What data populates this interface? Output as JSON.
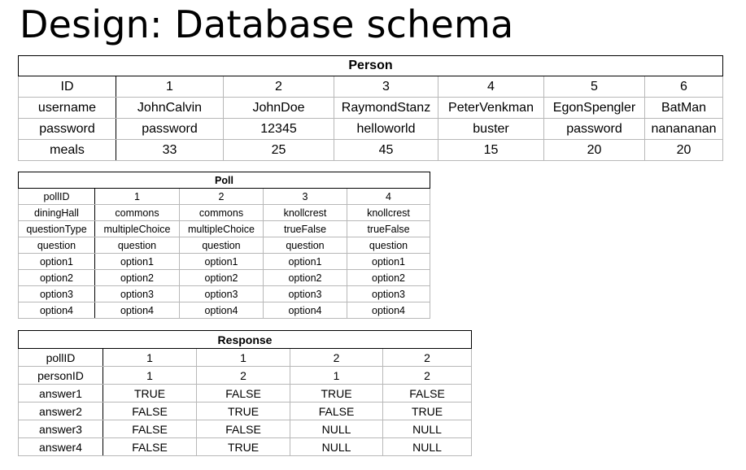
{
  "title": "Design: Database schema",
  "person": {
    "name": "Person",
    "rows": [
      {
        "label": "ID",
        "values": [
          "1",
          "2",
          "3",
          "4",
          "5",
          "6"
        ]
      },
      {
        "label": "username",
        "values": [
          "JohnCalvin",
          "JohnDoe",
          "RaymondStanz",
          "PeterVenkman",
          "EgonSpengler",
          "BatMan"
        ]
      },
      {
        "label": "password",
        "values": [
          "password",
          "12345",
          "helloworld",
          "buster",
          "password",
          "nanananan"
        ]
      },
      {
        "label": "meals",
        "values": [
          "33",
          "25",
          "45",
          "15",
          "20",
          "20"
        ]
      }
    ]
  },
  "poll": {
    "name": "Poll",
    "rows": [
      {
        "label": "pollID",
        "values": [
          "1",
          "2",
          "3",
          "4"
        ]
      },
      {
        "label": "diningHall",
        "values": [
          "commons",
          "commons",
          "knollcrest",
          "knollcrest"
        ]
      },
      {
        "label": "questionType",
        "values": [
          "multipleChoice",
          "multipleChoice",
          "trueFalse",
          "trueFalse"
        ]
      },
      {
        "label": "question",
        "values": [
          "question",
          "question",
          "question",
          "question"
        ]
      },
      {
        "label": "option1",
        "values": [
          "option1",
          "option1",
          "option1",
          "option1"
        ]
      },
      {
        "label": "option2",
        "values": [
          "option2",
          "option2",
          "option2",
          "option2"
        ]
      },
      {
        "label": "option3",
        "values": [
          "option3",
          "option3",
          "option3",
          "option3"
        ]
      },
      {
        "label": "option4",
        "values": [
          "option4",
          "option4",
          "option4",
          "option4"
        ]
      }
    ]
  },
  "response": {
    "name": "Response",
    "rows": [
      {
        "label": "pollID",
        "values": [
          "1",
          "1",
          "2",
          "2"
        ]
      },
      {
        "label": "personID",
        "values": [
          "1",
          "2",
          "1",
          "2"
        ]
      },
      {
        "label": "answer1",
        "values": [
          "TRUE",
          "FALSE",
          "TRUE",
          "FALSE"
        ]
      },
      {
        "label": "answer2",
        "values": [
          "FALSE",
          "TRUE",
          "FALSE",
          "TRUE"
        ]
      },
      {
        "label": "answer3",
        "values": [
          "FALSE",
          "FALSE",
          "NULL",
          "NULL"
        ]
      },
      {
        "label": "answer4",
        "values": [
          "FALSE",
          "TRUE",
          "NULL",
          "NULL"
        ]
      }
    ]
  }
}
